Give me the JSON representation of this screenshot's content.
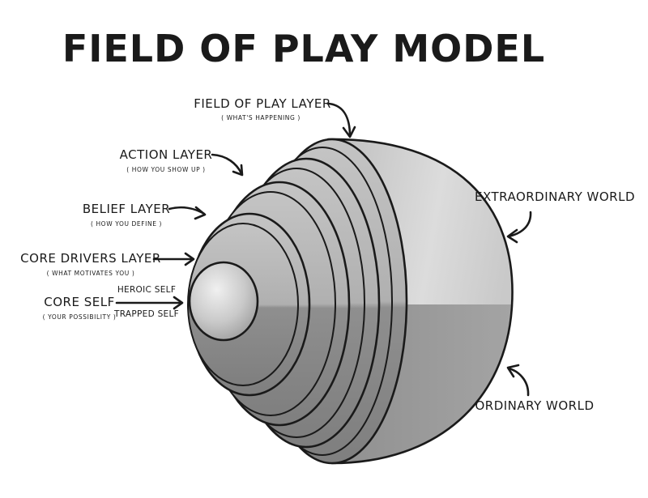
{
  "title": "FIELD OF PLAY MODEL",
  "layers": {
    "field_of_play": {
      "label": "FIELD OF PLAY LAYER",
      "sub": "( WHAT'S HAPPENING )"
    },
    "action": {
      "label": "ACTION LAYER",
      "sub": "( HOW YOU SHOW UP )"
    },
    "belief": {
      "label": "BELIEF LAYER",
      "sub": "( HOW YOU DEFINE )"
    },
    "core_drivers": {
      "label": "CORE DRIVERS LAYER",
      "sub": "( WHAT MOTIVATES YOU )"
    },
    "core_self": {
      "label": "CORE SELF",
      "sub": "( YOUR POSSIBILITY )",
      "heroic": "HEROIC SELF",
      "trapped": "TRAPPED SELF"
    }
  },
  "worlds": {
    "extraordinary": "EXTRAORDINARY WORLD",
    "ordinary": "ORDINARY WORLD"
  },
  "colors": {
    "outer_light": "#d2d2d2",
    "outer_dark": "#9c9c9c",
    "ring_fill": "#b8b8b8",
    "ring_dark": "#8e8e8e",
    "ink": "#1a1a1a"
  }
}
